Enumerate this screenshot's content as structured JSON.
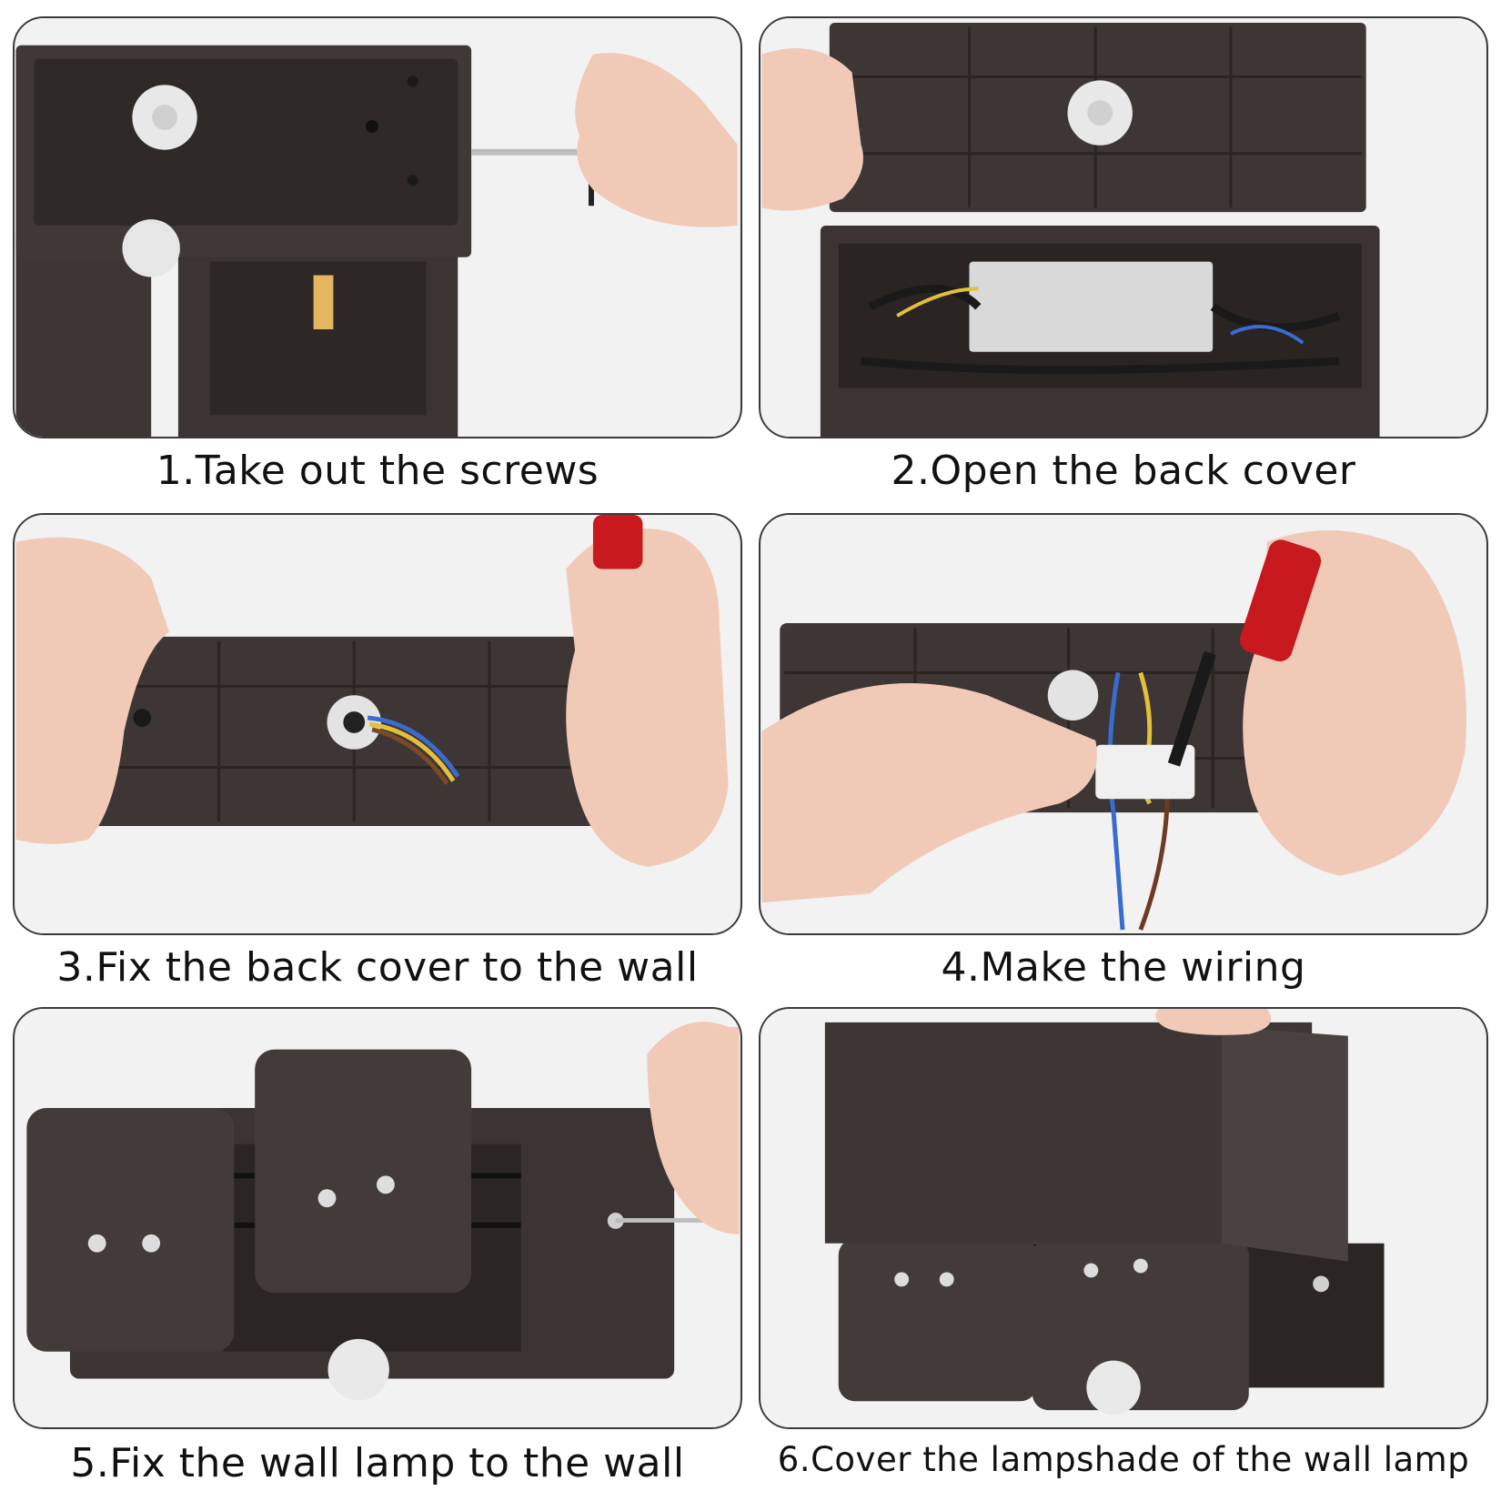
{
  "steps": [
    {
      "caption": "1.Take out the screws"
    },
    {
      "caption": "2.Open the back cover"
    },
    {
      "caption": "3.Fix the back cover to the wall"
    },
    {
      "caption": "4.Make the wiring"
    },
    {
      "caption": "5.Fix the wall lamp to the wall"
    },
    {
      "caption": "6.Cover the lampshade of the wall lamp"
    }
  ],
  "colors": {
    "border": "#3a3a3a",
    "lamp_body": "#3b3432",
    "skin": "#f1c9b7",
    "screwdriver": "#c8191e",
    "background": "#efefef"
  }
}
